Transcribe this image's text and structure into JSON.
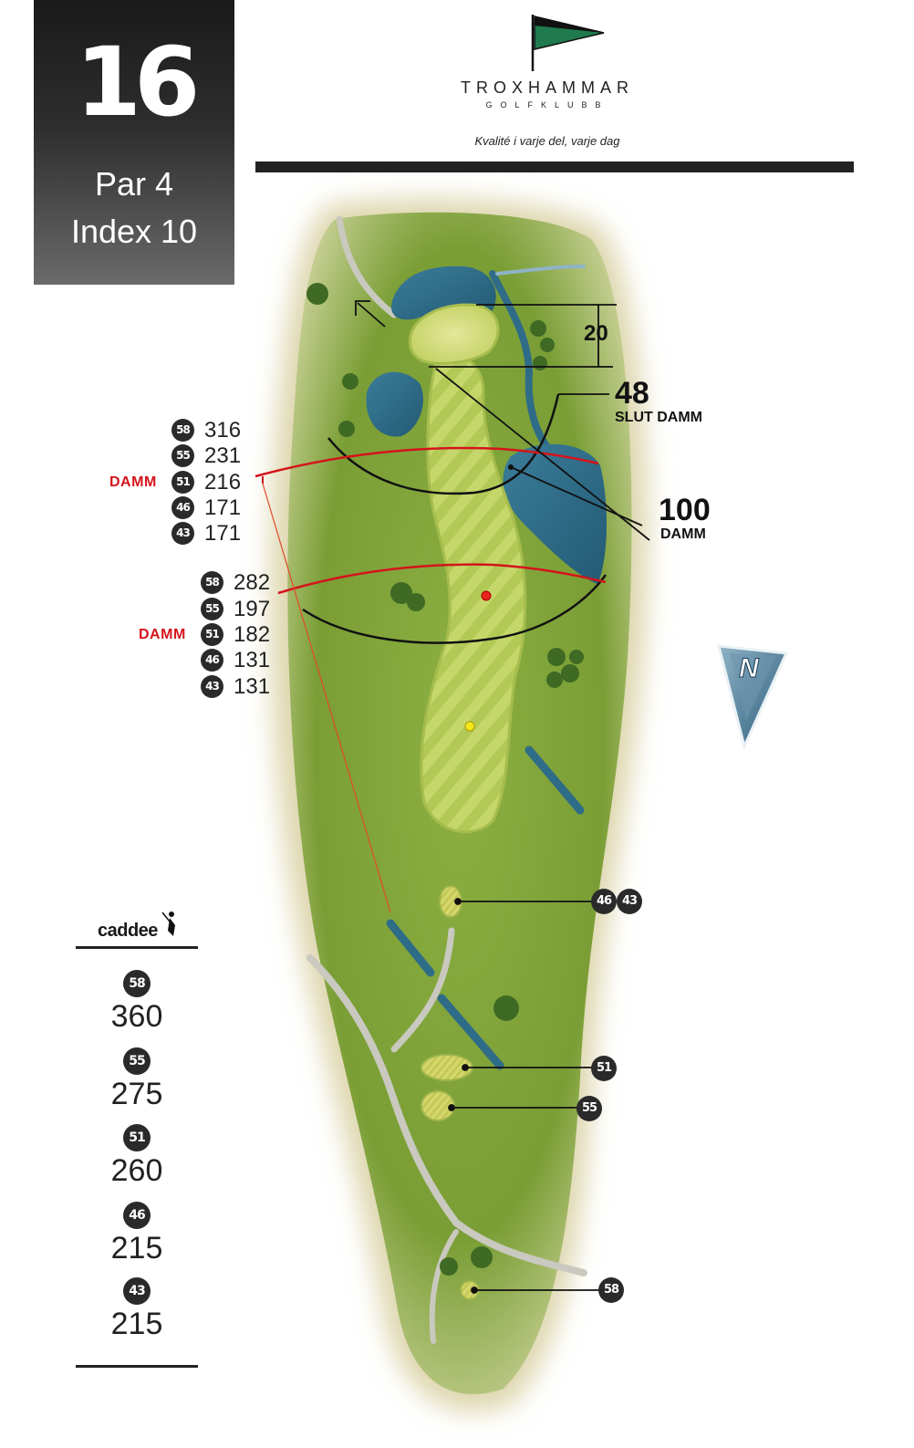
{
  "hole": {
    "number": "16",
    "par": "Par 4",
    "index": "Index 10"
  },
  "club": {
    "name": "TROXHAMMAR",
    "subtitle": "GOLFKLUBB",
    "tagline": "Kvalité i varje del, varje dag"
  },
  "colors": {
    "flag": "#1f7a4d",
    "water": "#2c6a86",
    "fairway": "#b8cf5a",
    "rough": "#7fa33c",
    "marker_red": "#d4141b",
    "badge": "#2a2a2a"
  },
  "marker_upper": {
    "damm_label": "DAMM",
    "rows": [
      {
        "tee": "58",
        "distance": "316"
      },
      {
        "tee": "55",
        "distance": "231"
      },
      {
        "tee": "51",
        "distance": "216"
      },
      {
        "tee": "46",
        "distance": "171"
      },
      {
        "tee": "43",
        "distance": "171"
      }
    ]
  },
  "marker_lower": {
    "damm_label": "DAMM",
    "rows": [
      {
        "tee": "58",
        "distance": "282"
      },
      {
        "tee": "55",
        "distance": "197"
      },
      {
        "tee": "51",
        "distance": "182"
      },
      {
        "tee": "46",
        "distance": "131"
      },
      {
        "tee": "43",
        "distance": "131"
      }
    ]
  },
  "green_depth": "20",
  "callouts": {
    "slut_damm_distance": "48",
    "slut_damm_label": "SLUT DAMM",
    "damm_distance": "100",
    "damm_label": "DAMM"
  },
  "tee_boxes": {
    "t4643": [
      "46",
      "43"
    ],
    "t51": "51",
    "t55": "55",
    "t58": "58"
  },
  "compass": "N",
  "caddee": {
    "logo": "caddee",
    "totals": [
      {
        "tee": "58",
        "length": "360"
      },
      {
        "tee": "55",
        "length": "275"
      },
      {
        "tee": "51",
        "length": "260"
      },
      {
        "tee": "46",
        "length": "215"
      },
      {
        "tee": "43",
        "length": "215"
      }
    ]
  }
}
